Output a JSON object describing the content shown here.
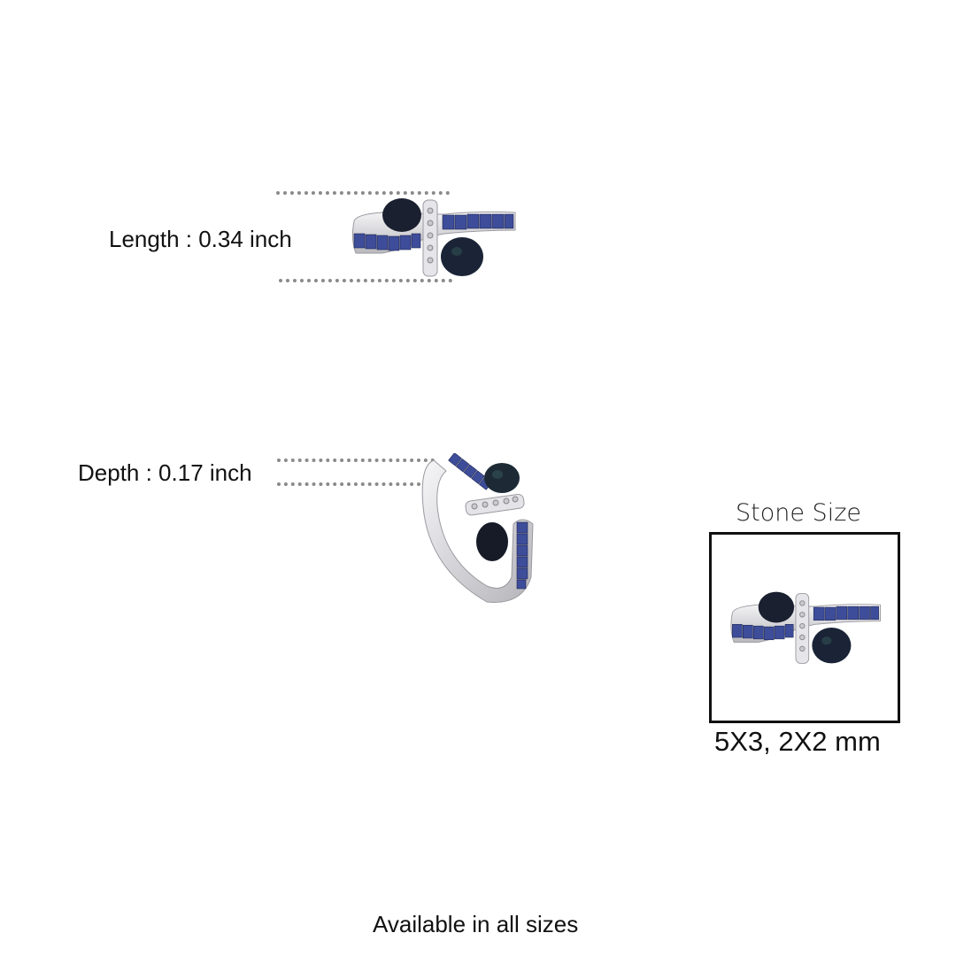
{
  "measurements": {
    "length": {
      "label": "Length : 0.34 inch"
    },
    "depth": {
      "label": "Depth : 0.17 inch"
    }
  },
  "stone_size": {
    "title": "Stone Size",
    "value": "5X3, 2X2 mm"
  },
  "footer": {
    "text": "Available in all sizes"
  },
  "colors": {
    "text": "#111111",
    "dotted_line": "#8a8a8a",
    "metal": "#d9d9dc",
    "sapphire_dark": "#1a2034",
    "sapphire_blue": "#3e4d9a"
  },
  "images": {
    "top_view": "ring-top-view",
    "angle_view": "ring-angle-view",
    "stone_view": "ring-stone-view"
  }
}
